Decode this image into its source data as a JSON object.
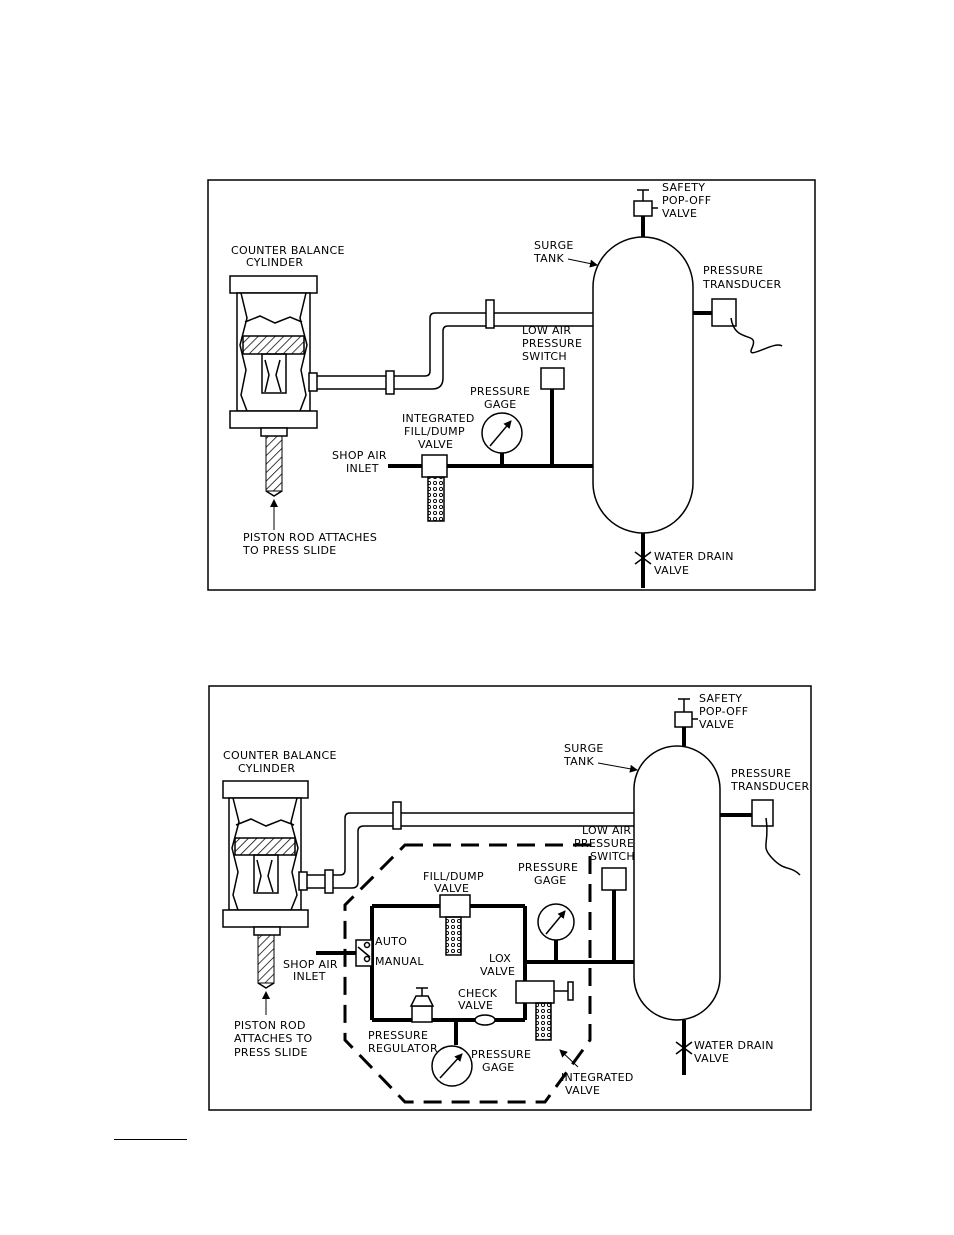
{
  "figure1": {
    "counter_balance_cylinder": [
      "COUNTER BALANCE",
      "CYLINDER"
    ],
    "safety_valve": [
      "SAFETY",
      "POP-OFF",
      "VALVE"
    ],
    "surge_tank": [
      "SURGE",
      "TANK"
    ],
    "pressure_transducer": [
      "PRESSURE",
      "TRANSDUCER"
    ],
    "low_air_switch": [
      "LOW AIR",
      "PRESSURE",
      "SWITCH"
    ],
    "pressure_gage": [
      "PRESSURE",
      "GAGE"
    ],
    "integrated_valve": [
      "INTEGRATED",
      "FILL/DUMP",
      "VALVE"
    ],
    "shop_air_inlet": [
      "SHOP AIR",
      "INLET"
    ],
    "piston_rod": [
      "PISTON ROD ATTACHES",
      "TO PRESS SLIDE"
    ],
    "water_drain": [
      "WATER DRAIN",
      "VALVE"
    ]
  },
  "figure2": {
    "safety_valve": [
      "SAFETY",
      "POP-OFF",
      "VALVE"
    ],
    "counter_balance_cylinder": [
      "COUNTER BALANCE",
      "CYLINDER"
    ],
    "surge_tank": [
      "SURGE",
      "TANK"
    ],
    "pressure_transducer": [
      "PRESSURE",
      "TRANSDUCER"
    ],
    "low_air_switch": [
      "LOW AIR",
      "PRESSURE",
      "SWITCH"
    ],
    "fill_dump_valve": [
      "FILL/DUMP",
      "VALVE"
    ],
    "pressure_gage_upper": [
      "PRESSURE",
      "GAGE"
    ],
    "auto": "AUTO",
    "manual": "MANUAL",
    "shop_air_inlet": [
      "SHOP AIR",
      "INLET"
    ],
    "lox_valve": [
      "LOX",
      "VALVE"
    ],
    "check_valve": [
      "CHECK",
      "VALVE"
    ],
    "pressure_regulator": [
      "PRESSURE",
      "REGULATOR"
    ],
    "pressure_gage_lower": [
      "PRESSURE",
      "GAGE"
    ],
    "piston_rod": [
      "PISTON ROD",
      "ATTACHES TO",
      "PRESS SLIDE"
    ],
    "integrated_valve": [
      "INTEGRATED",
      "VALVE"
    ],
    "water_drain": [
      "WATER DRAIN",
      "VALVE"
    ]
  }
}
